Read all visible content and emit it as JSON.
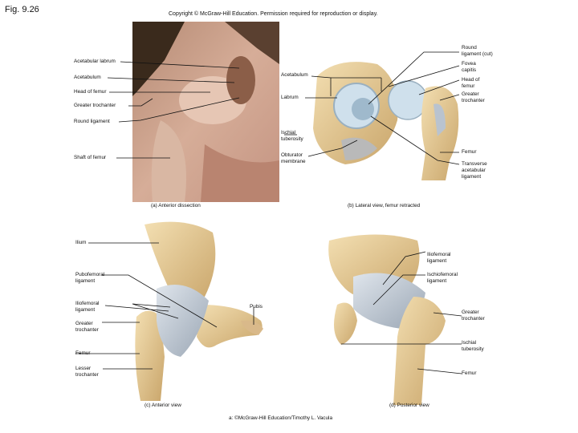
{
  "figure_number": "Fig. 9.26",
  "copyright": "Copyright © McGraw-Hill Education. Permission required for reproduction or display.",
  "photo_credit": "a: ©McGraw-Hill Education/Timothy L. Vacula",
  "panels": {
    "a": {
      "caption": "(a) Anterior dissection",
      "labels": {
        "acetabular_labrum": "Acetabular labrum",
        "acetabulum": "Acetabulum",
        "head_of_femur": "Head of femur",
        "greater_trochanter": "Greater trochanter",
        "round_ligament": "Round ligament",
        "shaft_of_femur": "Shaft of femur"
      }
    },
    "b": {
      "caption": "(b) Lateral view, femur retracted",
      "labels": {
        "acetabulum": "Acetabulum",
        "labrum": "Labrum",
        "ischial_tuberosity": "Ischial\ntuberosity",
        "obturator_membrane": "Obturator\nmembrane",
        "round_ligament_cut": "Round\nligament (cut)",
        "fovea_capitis": "Fovea\ncapitis",
        "head_of_femur": "Head of\nfemur",
        "greater_trochanter": "Greater\ntrochanter",
        "femur": "Femur",
        "transverse_acetabular_ligament": "Transverse\nacetabular\nligament"
      }
    },
    "c": {
      "caption": "(c) Anterior view",
      "labels": {
        "ilium": "Ilium",
        "pubofemoral_ligament": "Pubofemoral\nligament",
        "iliofemoral_ligament": "Iliofemoral\nligament",
        "greater_trochanter": "Greater\ntrochanter",
        "femur": "Femur",
        "lesser_trochanter": "Lesser\ntrochanter",
        "pubis": "Pubis"
      }
    },
    "d": {
      "caption": "(d) Posterior view",
      "labels": {
        "iliofemoral_ligament": "Iliofemoral\nligament",
        "ischiofemoral_ligament": "Ischiofemoral\nligament",
        "greater_trochanter": "Greater\ntrochanter",
        "ischial_tuberosity": "Ischial\ntuberosity",
        "femur": "Femur"
      }
    }
  },
  "colors": {
    "bone": "#e9cf9a",
    "bone_shadow": "#c9a56a",
    "ligament": "#b9c3cf",
    "cartilage": "#cfe0ec",
    "dissection": "#c79a86",
    "dark_tissue": "#3a2a1c"
  }
}
